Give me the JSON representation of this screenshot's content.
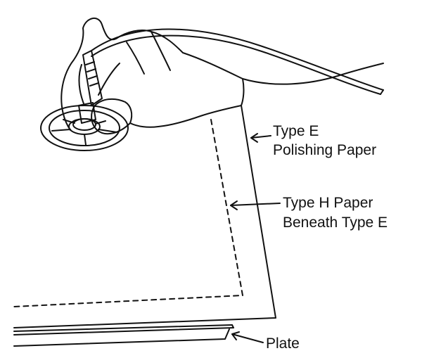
{
  "labels": {
    "type_e_line1": "Type E",
    "type_e_line2": "Polishing Paper",
    "type_h_line1": "Type H Paper",
    "type_h_line2": "Beneath Type E",
    "plate": "Plate"
  },
  "colors": {
    "ink": "#111111",
    "background": "#ffffff"
  }
}
